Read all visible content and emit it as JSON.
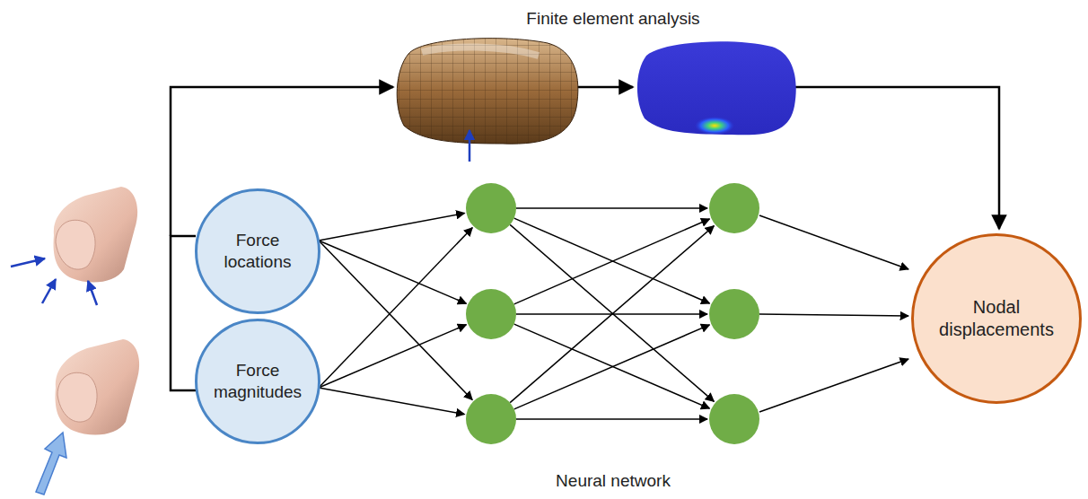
{
  "diagram": {
    "nodes": [
      {
        "text": [
          "Force locations"
        ]
      },
      {
        "text": [
          "Force magnitudes"
        ]
      },
      {
        "text": [
          "Nodal displacements"
        ]
      }
    ],
    "labels": [
      "Finite element analysis",
      "Neural network"
    ]
  }
}
